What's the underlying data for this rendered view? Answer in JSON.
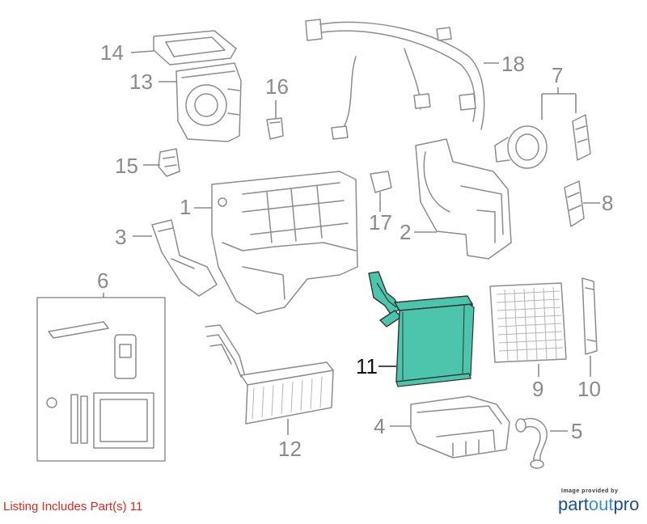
{
  "callouts": {
    "c1": "1",
    "c2": "2",
    "c3": "3",
    "c4": "4",
    "c5": "5",
    "c6": "6",
    "c7": "7",
    "c8": "8",
    "c9": "9",
    "c10": "10",
    "c11": "11",
    "c12": "12",
    "c13": "13",
    "c14": "14",
    "c15": "15",
    "c16": "16",
    "c17": "17",
    "c18": "18"
  },
  "highlight": {
    "part": "11",
    "color": "#4dc4ac"
  },
  "listing_note": "Listing Includes Part(s) 11",
  "brand": {
    "provided_by": "Image provided by",
    "logo_part": "part",
    "logo_out": "out",
    "logo_pro": "pro"
  }
}
